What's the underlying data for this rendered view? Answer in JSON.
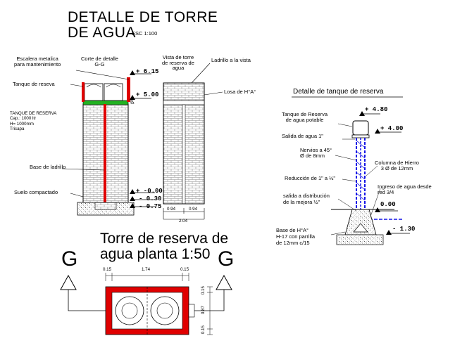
{
  "title": {
    "line1": "DETALLE DE TORRE",
    "line2": "DE AGUA",
    "scale": "ESC 1:100"
  },
  "elevation_labels": {
    "escalera": "Escalera metalica\npara mantenimiento",
    "corte": "Corte de detalle\nG-G",
    "vista": "Vista de torre\nde reserva de\nagua",
    "ladrillo_vista": "Ladrillo a la vista",
    "tanque": "Tanque de reseva",
    "losa": "Losa de H°A°",
    "tanque_info": "TANQUE DE RESERVA\nCap.: 1000 ltr\nH= 1000mm\nTricapa",
    "base": "Base de ladrillo",
    "suelo": "Suelo compactado"
  },
  "levels": {
    "l615": "+ 6.15",
    "l500": "+ 5.00",
    "l000": "+ -0.00",
    "l030": "- 0.30",
    "l075": "- 0.75"
  },
  "dims_elevation": {
    "d1": "0.94",
    "d2": "0.94",
    "total": "2.04"
  },
  "tank_detail": {
    "heading": "Detalle de tanque de reserva",
    "tanque": "Tanque de Reserva\nde agua potable",
    "salida": "Salida de agua 1\"",
    "nervios": "Nervios a 45°\nØ de 8mm",
    "reduccion": "Reducción de 1\" a ½\"",
    "distribucion": "salida a distribución\nde la mejora ½\"",
    "base": "Base de H°A°\nH-17 con parrilla\nde 12mm c/15",
    "columna": "Columna de Hierro\n3 Ø de 12mm",
    "ingreso": "Ingreso de agua desde\nred 3/4",
    "l480": "+ 4.80",
    "l400": "+ 4.00",
    "l000": "0.00",
    "l130": "- 1.30"
  },
  "plan": {
    "title": "Torre de reserva de\nagua planta 1:50",
    "section_left": "G",
    "section_right": "G",
    "dims_top": [
      "0.15",
      "1.74",
      "0.15"
    ],
    "dims_right": [
      "0.15",
      "0.87",
      "0.15"
    ]
  },
  "colors": {
    "red": "#e00000",
    "green": "#21b221",
    "blue": "#1414e6",
    "brick": "#888888"
  }
}
